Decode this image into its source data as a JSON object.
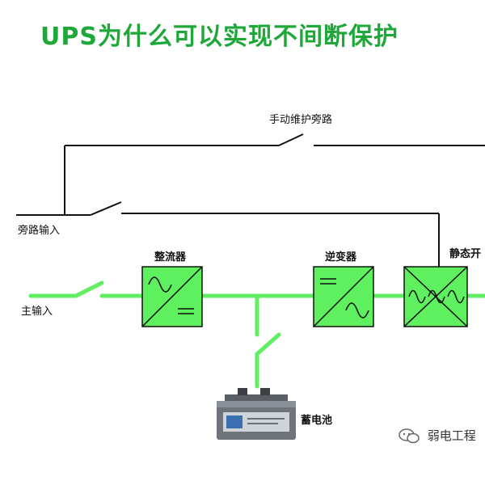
{
  "title": "UPS为什么可以实现不间断保护",
  "labels": {
    "manual_bypass": "手动维护旁路",
    "bypass_input": "旁路输入",
    "main_input": "主输入",
    "rectifier": "整流器",
    "inverter": "逆变器",
    "static_switch": "静态开",
    "battery": "蓄电池"
  },
  "watermark": "弱电工程",
  "colors": {
    "title": "#1fa83a",
    "power_line": "#62ee62",
    "block_fill": "#5ef05e",
    "wire": "#111111"
  }
}
